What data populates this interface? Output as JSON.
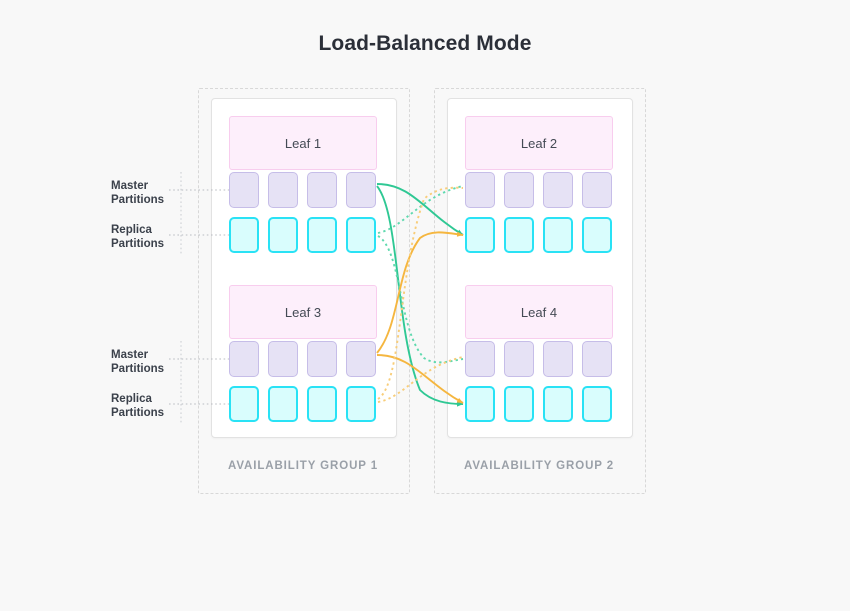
{
  "title": "Load-Balanced Mode",
  "background_color": "#f8f8f8",
  "colors": {
    "title": "#2b2f38",
    "leaf_fill": "#fdeffb",
    "leaf_border": "#f8cdee",
    "master_fill": "#e6e2f5",
    "master_border": "#c6bde8",
    "replica_fill": "#d9fdfd",
    "replica_border": "#29e2f5",
    "link_green": "#2fc894",
    "link_orange": "#f5b63f",
    "caption_text": "#9aa0a8",
    "label_text": "#3b414b",
    "frame_dashed": "#d8d8d8",
    "card_border": "#e2e2e2",
    "leader_line": "#b9bcc2"
  },
  "annotations": {
    "master_partitions": "Master\nPartitions",
    "replica_partitions": "Replica\nPartitions"
  },
  "availability_groups": [
    {
      "id": "ag1",
      "caption": "AVAILABILITY GROUP 1",
      "leaves": [
        {
          "id": "leaf1",
          "label": "Leaf 1",
          "master_partitions": [
            "",
            "",
            "",
            ""
          ],
          "replica_partitions": [
            "",
            "",
            "",
            ""
          ]
        },
        {
          "id": "leaf3",
          "label": "Leaf 3",
          "master_partitions": [
            "",
            "",
            "",
            ""
          ],
          "replica_partitions": [
            "",
            "",
            "",
            ""
          ]
        }
      ]
    },
    {
      "id": "ag2",
      "caption": "AVAILABILITY GROUP 2",
      "leaves": [
        {
          "id": "leaf2",
          "label": "Leaf 2",
          "master_partitions": [
            "",
            "",
            "",
            ""
          ],
          "replica_partitions": [
            "",
            "",
            "",
            ""
          ]
        },
        {
          "id": "leaf4",
          "label": "Leaf 4",
          "master_partitions": [
            "",
            "",
            "",
            ""
          ],
          "replica_partitions": [
            "",
            "",
            "",
            ""
          ]
        }
      ]
    }
  ],
  "replication_links": [
    {
      "from": "leaf1-master",
      "to": "leaf4-replica",
      "color": "#2fc894",
      "style": "solid",
      "arrow": true
    },
    {
      "from": "leaf1-master",
      "to": "leaf2-replica",
      "color": "#2fc894",
      "style": "solid",
      "arrow": true
    },
    {
      "from": "leaf1-replica",
      "to": "leaf2-master",
      "color": "#2fc894",
      "style": "dotted",
      "arrow": false
    },
    {
      "from": "leaf1-replica",
      "to": "leaf4-master",
      "color": "#2fc894",
      "style": "dotted",
      "arrow": false
    },
    {
      "from": "leaf3-master",
      "to": "leaf2-replica",
      "color": "#f5b63f",
      "style": "solid",
      "arrow": true
    },
    {
      "from": "leaf3-master",
      "to": "leaf4-replica",
      "color": "#f5b63f",
      "style": "solid",
      "arrow": true
    },
    {
      "from": "leaf3-replica",
      "to": "leaf2-master",
      "color": "#f5b63f",
      "style": "dotted",
      "arrow": false
    },
    {
      "from": "leaf3-replica",
      "to": "leaf4-master",
      "color": "#f5b63f",
      "style": "dotted",
      "arrow": false
    }
  ]
}
